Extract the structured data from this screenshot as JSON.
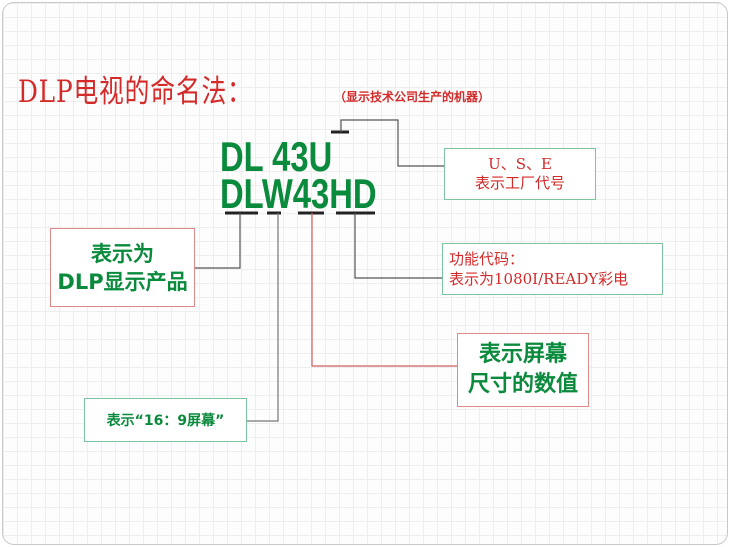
{
  "title": "DLP电视的命名法：",
  "subtitle": "（显示技术公司生产的机器）",
  "model_line1": "DL 43U",
  "model_line2": "DLW43HD",
  "boxes": {
    "factory": {
      "line1": "U、S、E",
      "line2": "表示工厂代号"
    },
    "dlp": {
      "line1": "表示为",
      "line2": "DLP显示产品"
    },
    "function": {
      "line1": "功能代码：",
      "line2": "表示为1080I/READY彩电"
    },
    "size": {
      "line1": "表示屏幕",
      "line2": "尺寸的数值"
    },
    "widescreen": {
      "line1": "表示“16：9屏幕”"
    }
  }
}
